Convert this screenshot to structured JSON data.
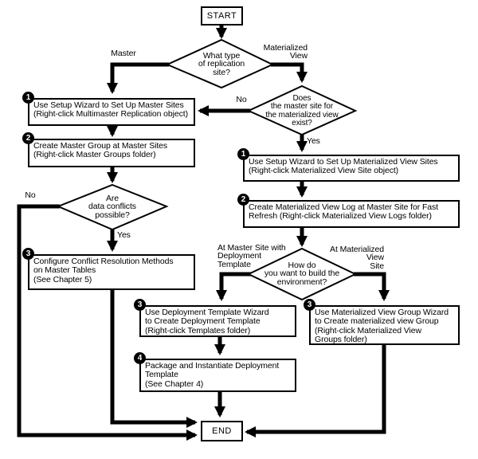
{
  "title": "Replication site setup flowchart",
  "colors": {
    "line": "#000000",
    "background": "#ffffff",
    "badge_bg": "#000000",
    "badge_fg": "#ffffff"
  },
  "nodes": {
    "start": {
      "label": "START"
    },
    "end": {
      "label": "END"
    },
    "d_type": {
      "text": "What type\nof replication\nsite?"
    },
    "d_exists": {
      "text": "Does\nthe master site for\nthe materialized view\nexist?"
    },
    "d_conflicts": {
      "text": "Are\ndata conflicts\npossible?"
    },
    "d_build": {
      "text": "How do\nyou want to build the\nenvironment?"
    },
    "m1": {
      "num": "1",
      "text": "Use Setup Wizard to Set Up Master Sites\n(Right-click Multimaster Replication object)"
    },
    "m2": {
      "num": "2",
      "text": "Create Master Group at Master Sites\n(Right-click Master Groups folder)"
    },
    "m3": {
      "num": "3",
      "text": "Configure Conflict Resolution Methods\non Master Tables\n(See Chapter 5)"
    },
    "v1": {
      "num": "1",
      "text": "Use Setup Wizard to Set Up Materialized View Sites\n(Right-click Materialized View Site object)"
    },
    "v2": {
      "num": "2",
      "text": "Create Materialized View Log at Master Site for Fast\nRefresh (Right-click Materialized View Logs folder)"
    },
    "t3": {
      "num": "3",
      "text": "Use Deployment Template Wizard\nto Create Deployment Template\n(Right-click Templates folder)"
    },
    "t4": {
      "num": "4",
      "text": "Package and Instantiate Deployment\nTemplate\n(See Chapter 4)"
    },
    "g3": {
      "num": "3",
      "text": "Use Materialized View Group Wizard\nto Create materialized view Group\n(Right-click Materialized View\nGroups folder)"
    }
  },
  "labels": {
    "master": "Master",
    "materialized_view": "Materialized\nView",
    "no_exists": "No",
    "yes_exists": "Yes",
    "no_conflicts": "No",
    "yes_conflicts": "Yes",
    "at_master": "At Master Site with\nDeployment\nTemplate",
    "at_mv": "At Materialized\nView\nSite"
  }
}
